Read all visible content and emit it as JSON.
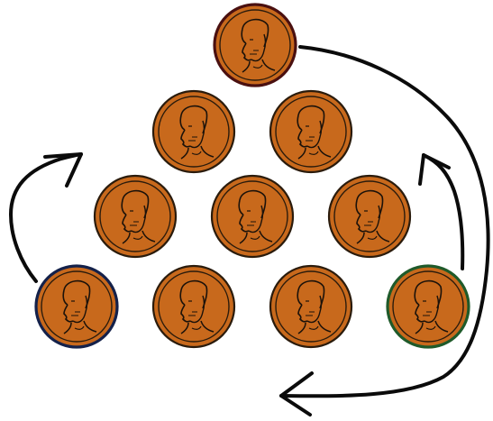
{
  "colors": {
    "background": "#ffffff",
    "coin_fill": "#C8691C",
    "coin_rim": "#2a1b0c",
    "face": "#1b120a",
    "arrow": "#0b0b0b",
    "top_coin_rim": "#4a1010",
    "left_coin_rim": "#14214a",
    "right_coin_rim": "#1f5a2a"
  },
  "coins": [
    {
      "id": "coin-top",
      "row": 1,
      "col": 1,
      "rim": "top_coin_rim",
      "highlighted": true
    },
    {
      "id": "coin-r2-left",
      "row": 2,
      "col": 1,
      "rim": "coin_rim",
      "highlighted": false
    },
    {
      "id": "coin-r2-right",
      "row": 2,
      "col": 2,
      "rim": "coin_rim",
      "highlighted": false
    },
    {
      "id": "coin-r3-left",
      "row": 3,
      "col": 1,
      "rim": "coin_rim",
      "highlighted": false
    },
    {
      "id": "coin-r3-middle",
      "row": 3,
      "col": 2,
      "rim": "coin_rim",
      "highlighted": false
    },
    {
      "id": "coin-r3-right",
      "row": 3,
      "col": 3,
      "rim": "coin_rim",
      "highlighted": false
    },
    {
      "id": "coin-bottom-left",
      "row": 4,
      "col": 1,
      "rim": "left_coin_rim",
      "highlighted": true
    },
    {
      "id": "coin-r4-inner-left",
      "row": 4,
      "col": 2,
      "rim": "coin_rim",
      "highlighted": false
    },
    {
      "id": "coin-r4-inner-right",
      "row": 4,
      "col": 3,
      "rim": "coin_rim",
      "highlighted": false
    },
    {
      "id": "coin-bottom-right",
      "row": 4,
      "col": 4,
      "rim": "right_coin_rim",
      "highlighted": true
    }
  ],
  "arrows": [
    {
      "id": "arrow-left-coin-up",
      "from": "coin-bottom-left",
      "to": "upper-left"
    },
    {
      "id": "arrow-right-coin-up",
      "from": "coin-bottom-right",
      "to": "upper-right"
    },
    {
      "id": "arrow-top-coin-down",
      "from": "coin-top",
      "to": "bottom"
    }
  ]
}
